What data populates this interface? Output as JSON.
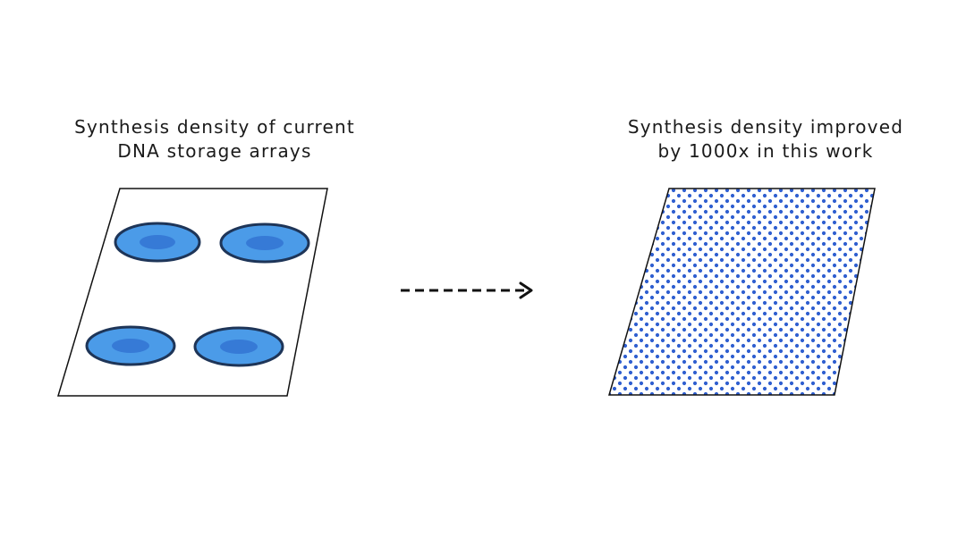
{
  "left_panel": {
    "caption_lines": [
      "Synthesis density of current",
      "DNA storage arrays"
    ],
    "spot_count": 4
  },
  "right_panel": {
    "caption_lines": [
      "Synthesis density improved",
      "by 1000x in this work"
    ]
  },
  "colors": {
    "spot_fill": "#4b9be8",
    "spot_core": "#2f6fd0",
    "spot_outline": "#1e3558",
    "dot": "#2f5fd0",
    "outline": "#111111",
    "arrow": "#111111"
  },
  "arrow": {
    "style": "dashed",
    "direction": "right"
  }
}
